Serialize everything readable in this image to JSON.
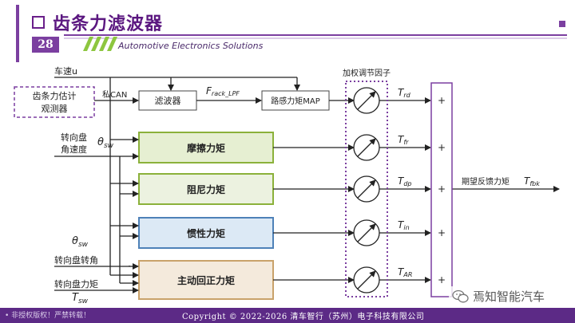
{
  "slide": {
    "title": "齿条力滤波器",
    "page_number": "28",
    "subtitle": "Automotive Electronics Solutions",
    "footer_left": "• 非授权版权！严禁转载！",
    "footer_center": "Copyright © 2022-2026 清车智行（苏州）电子科技有限公司",
    "wechat_label": "焉知智能汽车"
  },
  "diagram": {
    "inputs": {
      "vehicle_speed": "车速u",
      "estimator": "齿条力估计观测器",
      "can": "私CAN",
      "steer_speed_line1": "转向盘",
      "steer_speed_line2": "角速度",
      "theta_sym": "θ",
      "theta_sub": "sw",
      "theta2_sym": "θ",
      "theta2_sub": "sw",
      "steer_angle": "转向盘转角",
      "steer_torque": "转向盘力矩",
      "torque_sym": "T",
      "torque_sub": "sw"
    },
    "blocks": {
      "filter": "滤波器",
      "frack_sym": "F",
      "frack_sub": "rack_LPF",
      "road_map": "路感力矩MAP",
      "friction": "摩擦力矩",
      "damping": "阻尼力矩",
      "inertia": "惯性力矩",
      "return": "主动回正力矩"
    },
    "weighting_label": "加权调节因子",
    "outputs": [
      {
        "sym": "T",
        "sub": "rd"
      },
      {
        "sym": "T",
        "sub": "fr"
      },
      {
        "sym": "T",
        "sub": "dp"
      },
      {
        "sym": "T",
        "sub": "in"
      },
      {
        "sym": "T",
        "sub": "AR"
      }
    ],
    "plus": "+",
    "final_label": "期望反馈力矩",
    "final_sym": "T",
    "final_sub": "fbk"
  },
  "colors": {
    "purple": "#7b3fa0",
    "friction_border": "#8bb13a",
    "friction_fill": "#e6efd2",
    "damping_fill": "#ecf2e0",
    "inertia_border": "#4e81b8",
    "inertia_fill": "#dce9f5",
    "return_border": "#c9a26a",
    "return_fill": "#f4eadc"
  }
}
